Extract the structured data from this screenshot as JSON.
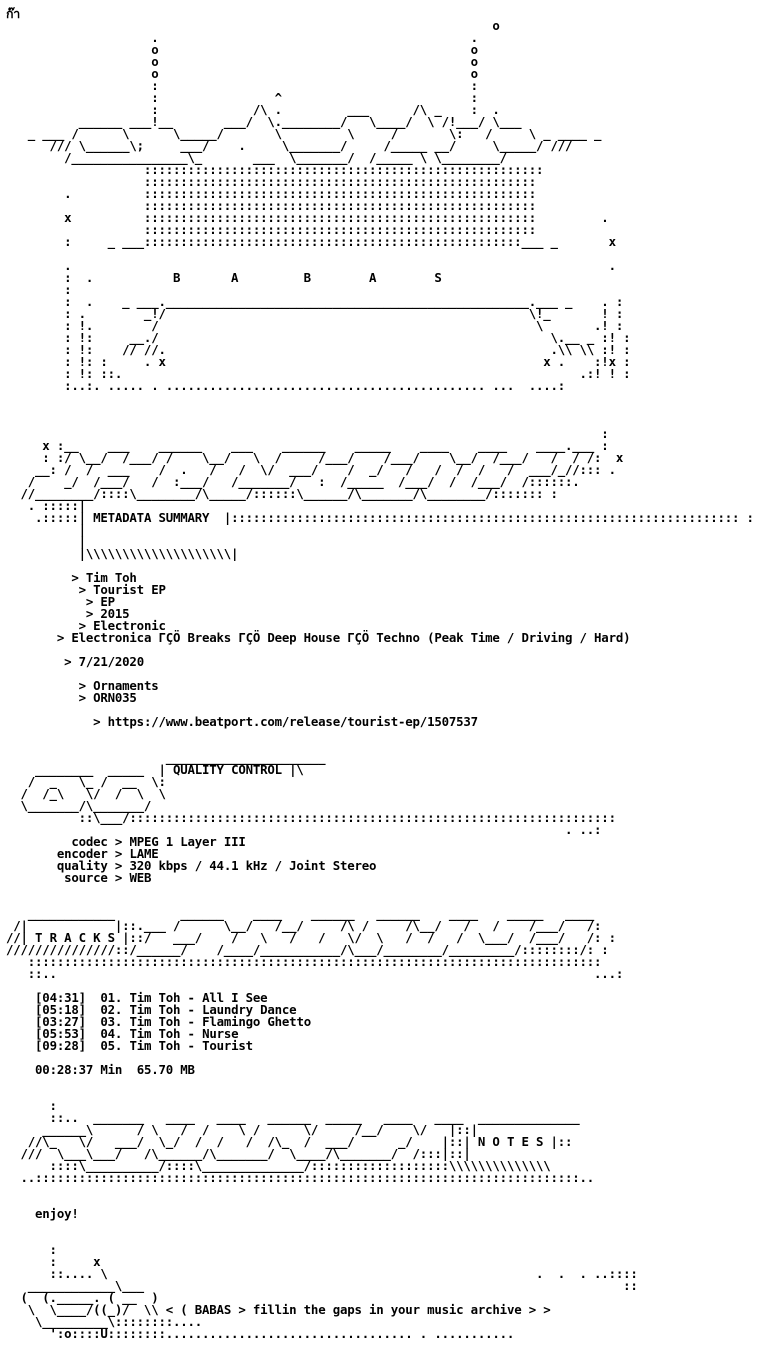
{
  "header": {
    "corner_glyph": "ก๊า"
  },
  "art": {
    "logo_lines": [
      "                                                                   o",
      "                    .                                           .",
      "                    o                                           o",
      "                    o                                           o",
      "                    o                                           o",
      "                    :                                           :",
      "                    :                ^                          :",
      "                    :             /\\ .         ___      /\\ _    :  .",
      "          ______ ___!__       ___/  \\.________/   \\____/  \\ /!___/ \\___",
      "   _ ___ /      \\      \\_____/       \\         \\     /       \\:   /     \\ _ ____ _",
      "      /// \\______\\;     ___/    .     \\_______/     /_____ __/     \\_____/ ///",
      "        /________________\\_       ___  \\_______/  /_____ \\ \\________/",
      "                   :::::::::::::::::::::::::::::::::::::::::::::::::::::::",
      "                   ::::::::::::::::::::::::::::::::::::::::::::::::::::::",
      "        .          ::::::::::::::::::::::::::::::::::::::::::::::::::::::",
      "                   ::::::::::::::::::::::::::::::::::::::::::::::::::::::",
      "        x          ::::::::::::::::::::::::::::::::::::::::::::::::::::::         .",
      "                   ::::::::::::::::::::::::::::::::::::::::::::::::::::::",
      "        :     _ ___::::::::::::::::::::::::::::::::::::::::::::::::::::___ _       x",
      "",
      "        .                                                                          .",
      "        :  .           B       A         B        A        S",
      "        :",
      "        :  .    _ ___.__________________________________________________.___ _    . :",
      "        : .        _!/                                                  \\!_       ! :",
      "        : !.        /                                                    \\       .! :",
      "        : !:     __./                                                      \\.__ _ :! :",
      "        : !:    // //.                                                     .\\\\ \\\\ :! :",
      "        : !: :     . x                                                    x .    :!x :",
      "        : !: ::.                                                               .:! ! :",
      "        :..:. ..... . ............................................ ...  ....:"
    ],
    "metadata_banner_lines": [
      "                                                                                  :",
      "     x :__    ___    ______    ___    ______    _____    ____    ____    ____.___ :",
      "     : :/ \\__/  /___/ /    \\__/   \\  /     /___/    /___/    \\__/  /___/   /  / /:  x",
      "    __: /  /  ___    /  .   /   /  \\/  ___/    /  _/   /   /  /  /   /  ___/_//::: .",
      "   /    _/  /___/   /  :___/   /_______/   :  /_____  /___/  /  /___/  /::::::.",
      "  //________/::::\\________/\\_____/::::::\\______/\\_______/\\________/::::::: :",
      "   . :::::|",
      "    .:::::|",
      "          |",
      "          |"
    ],
    "quality_banner_lines": [
      "                      ______________________",
      "    ________  _____  |",
      "   /  _   \\_ /  __  \\:",
      "  /  /_\\   \\/  /  \\  \\",
      "  \\_______/\\_______/",
      "          ::\\___/:::::::::::::::::::::::::::::::::::::::::::::::::::::::::::::::::::"
    ],
    "tracks_banner_lines": [
      "   ____________         ______    ____    ______   ______    ____    _____   ____",
      " /|            |::.___ /      \\__/   /__/     /\\ /     /\\__/   /   /    /___/   /:",
      "//|",
      "///////////////::/______/    /____/___________/\\___/________/_________/::::::::/: :",
      "   :::::::::::::::::::::::::::::::::::::::::::::::::::::::::::::::::::::::::::::::",
      "   ::..                                                                          ...:"
    ],
    "notes_banner_lines": [
      "      :",
      "      ::..  _______   ____   ____   ______  _____   ____   ____  ______________",
      "     ______\\      / \\   /  /    \\ /      \\/     /__/    \\/   |::|",
      "   //\\_   \\/   ___/  \\_/  /  /   /  /\\_  /  ___/      _/    |::|",
      "  ///  \\___\\___/   /\\______/\\_______/  \\____/\\_______/  /:::|::|",
      "      ::::\\__________/::::\\______________/:::::::::::::::::::\\\\\\\\\\\\\\\\\\\\\\\\\\\\",
      "  ..:::::::::::::::::::::::::::::::::::::::::::::::::::::::::::::::::::::::::::.."
    ],
    "footer_art_lines": [
      "      :",
      "      :     x",
      "      ::.... \\                                                           .  .  . ..::::",
      "   ____________\\___                                                                  ::",
      "  (  (._____. ( __  )",
      "   \\  \\____/((_)/  \\\\",
      "    \\_________\\::::::::....",
      "      ':o::::U::::::::.................................. . ..........."
    ]
  },
  "sections": {
    "metadata_title": "METADATA SUMMARY",
    "quality_title": "QUALITY CONTROL",
    "tracks_title": "T R A C K S",
    "notes_title": "N O T E S"
  },
  "metadata": [
    {
      "key": "artist",
      "value": "Tim Toh"
    },
    {
      "key": "title",
      "value": "Tourist EP"
    },
    {
      "key": "type",
      "value": "EP"
    },
    {
      "key": "year",
      "value": "2015"
    },
    {
      "key": "genre",
      "value": "Electronic"
    },
    {
      "key": "subgenre",
      "value": "Electronica ΓÇÖ Breaks ΓÇÖ Deep House ΓÇÖ Techno (Peak Time / Driving / Hard)"
    },
    {
      "key": "predate",
      "value": "7/21/2020"
    },
    {
      "key": "label",
      "value": "Ornaments"
    },
    {
      "key": "catno",
      "value": "ORN035"
    },
    {
      "key": "url",
      "value": "https://www.beatport.com/release/tourist-ep/1507537"
    }
  ],
  "quality": [
    {
      "key": "codec",
      "value": "MPEG 1 Layer III"
    },
    {
      "key": "encoder",
      "value": "LAME"
    },
    {
      "key": "quality",
      "value": "320 kbps / 44.1 kHz / Joint Stereo"
    },
    {
      "key": "source",
      "value": "WEB"
    }
  ],
  "tracks": [
    {
      "duration": "[04:31]",
      "number": "01.",
      "artist": "Tim Toh",
      "title": "All I See"
    },
    {
      "duration": "[05:18]",
      "number": "02.",
      "artist": "Tim Toh",
      "title": "Laundry Dance"
    },
    {
      "duration": "[03:27]",
      "number": "03.",
      "artist": "Tim Toh",
      "title": "Flamingo Ghetto"
    },
    {
      "duration": "[05:53]",
      "number": "04.",
      "artist": "Tim Toh",
      "title": "Nurse"
    },
    {
      "duration": "[09:28]",
      "number": "05.",
      "artist": "Tim Toh",
      "title": "Tourist"
    }
  ],
  "totals": {
    "runtime": "00:28:37 Min",
    "size": "65.70 MB"
  },
  "notes": {
    "text": "enjoy!"
  },
  "footer": {
    "tagline": "< ( BABAS > fillin the gaps in your music archive > >"
  }
}
